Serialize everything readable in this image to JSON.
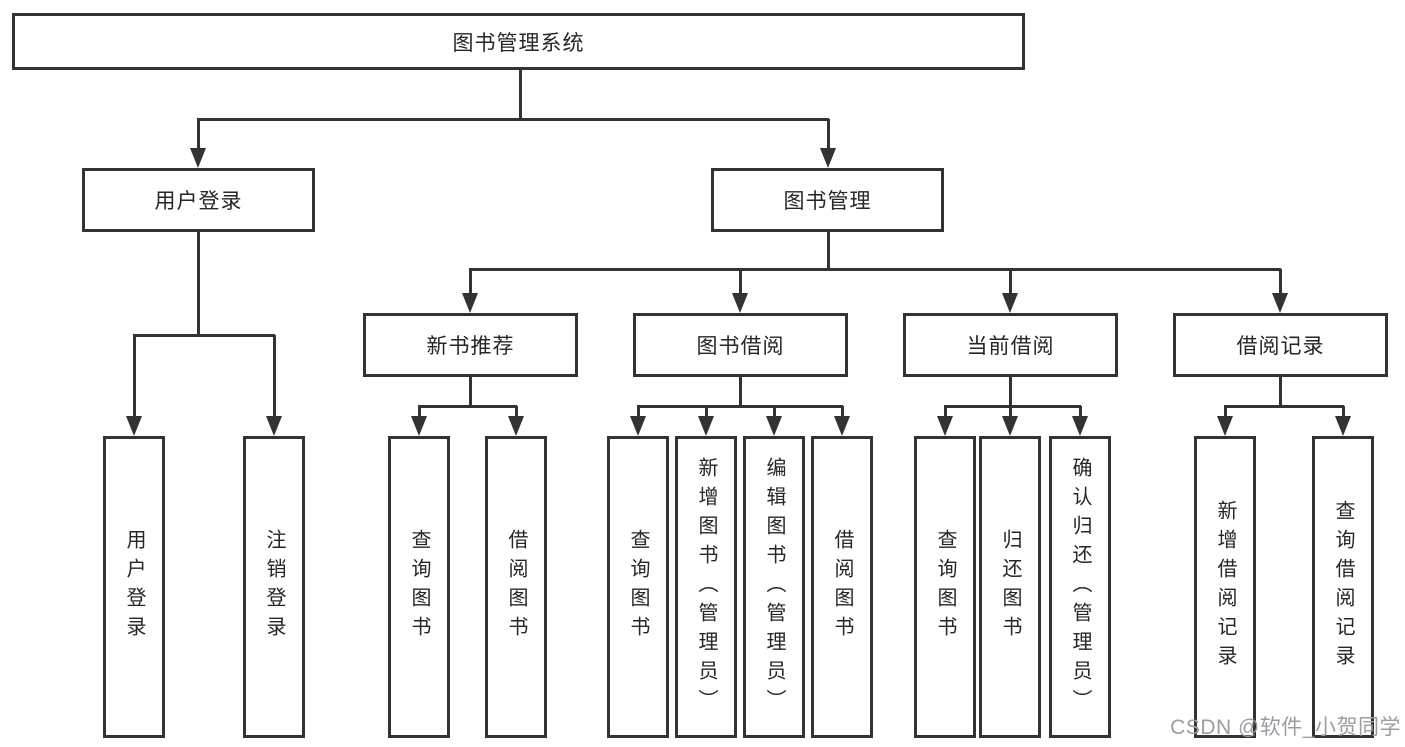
{
  "diagram": {
    "title": "图书管理系统",
    "colors": {
      "line": "#333333",
      "text": "#262626",
      "watermark": "#9c9ca2",
      "background": "#ffffff"
    },
    "nodes": [
      {
        "id": "root",
        "label": "图书管理系统",
        "level": 1,
        "parent": null
      },
      {
        "id": "user-login",
        "label": "用户登录",
        "level": 2,
        "parent": "root"
      },
      {
        "id": "book-management",
        "label": "图书管理",
        "level": 2,
        "parent": "root"
      },
      {
        "id": "new-book-recommend",
        "label": "新书推荐",
        "level": 3,
        "parent": "book-management"
      },
      {
        "id": "book-borrowing",
        "label": "图书借阅",
        "level": 3,
        "parent": "book-management"
      },
      {
        "id": "current-borrowing",
        "label": "当前借阅",
        "level": 3,
        "parent": "book-management"
      },
      {
        "id": "borrowing-records",
        "label": "借阅记录",
        "level": 3,
        "parent": "book-management"
      },
      {
        "id": "leaf-user-login",
        "label": "用户登录",
        "level": 4,
        "parent": "user-login"
      },
      {
        "id": "leaf-logout",
        "label": "注销登录",
        "level": 4,
        "parent": "user-login"
      },
      {
        "id": "leaf-query-books-1",
        "label": "查询图书",
        "level": 4,
        "parent": "new-book-recommend"
      },
      {
        "id": "leaf-borrow-books-1",
        "label": "借阅图书",
        "level": 4,
        "parent": "new-book-recommend"
      },
      {
        "id": "leaf-query-books-2",
        "label": "查询图书",
        "level": 4,
        "parent": "book-borrowing"
      },
      {
        "id": "leaf-add-books",
        "label": "新增图书（管理员）",
        "level": 4,
        "parent": "book-borrowing"
      },
      {
        "id": "leaf-edit-books",
        "label": "编辑图书（管理员）",
        "level": 4,
        "parent": "book-borrowing"
      },
      {
        "id": "leaf-borrow-books-2",
        "label": "借阅图书",
        "level": 4,
        "parent": "book-borrowing"
      },
      {
        "id": "leaf-query-books-3",
        "label": "查询图书",
        "level": 4,
        "parent": "current-borrowing"
      },
      {
        "id": "leaf-return-books",
        "label": "归还图书",
        "level": 4,
        "parent": "current-borrowing"
      },
      {
        "id": "leaf-confirm-return",
        "label": "确认归还（管理员）",
        "level": 4,
        "parent": "current-borrowing"
      },
      {
        "id": "leaf-add-borrow-record",
        "label": "新增借阅记录",
        "level": 4,
        "parent": "borrowing-records"
      },
      {
        "id": "leaf-query-borrow-record",
        "label": "查询借阅记录",
        "level": 4,
        "parent": "borrowing-records"
      }
    ]
  },
  "watermark": {
    "text": "CSDN @软件_小贺同学"
  }
}
